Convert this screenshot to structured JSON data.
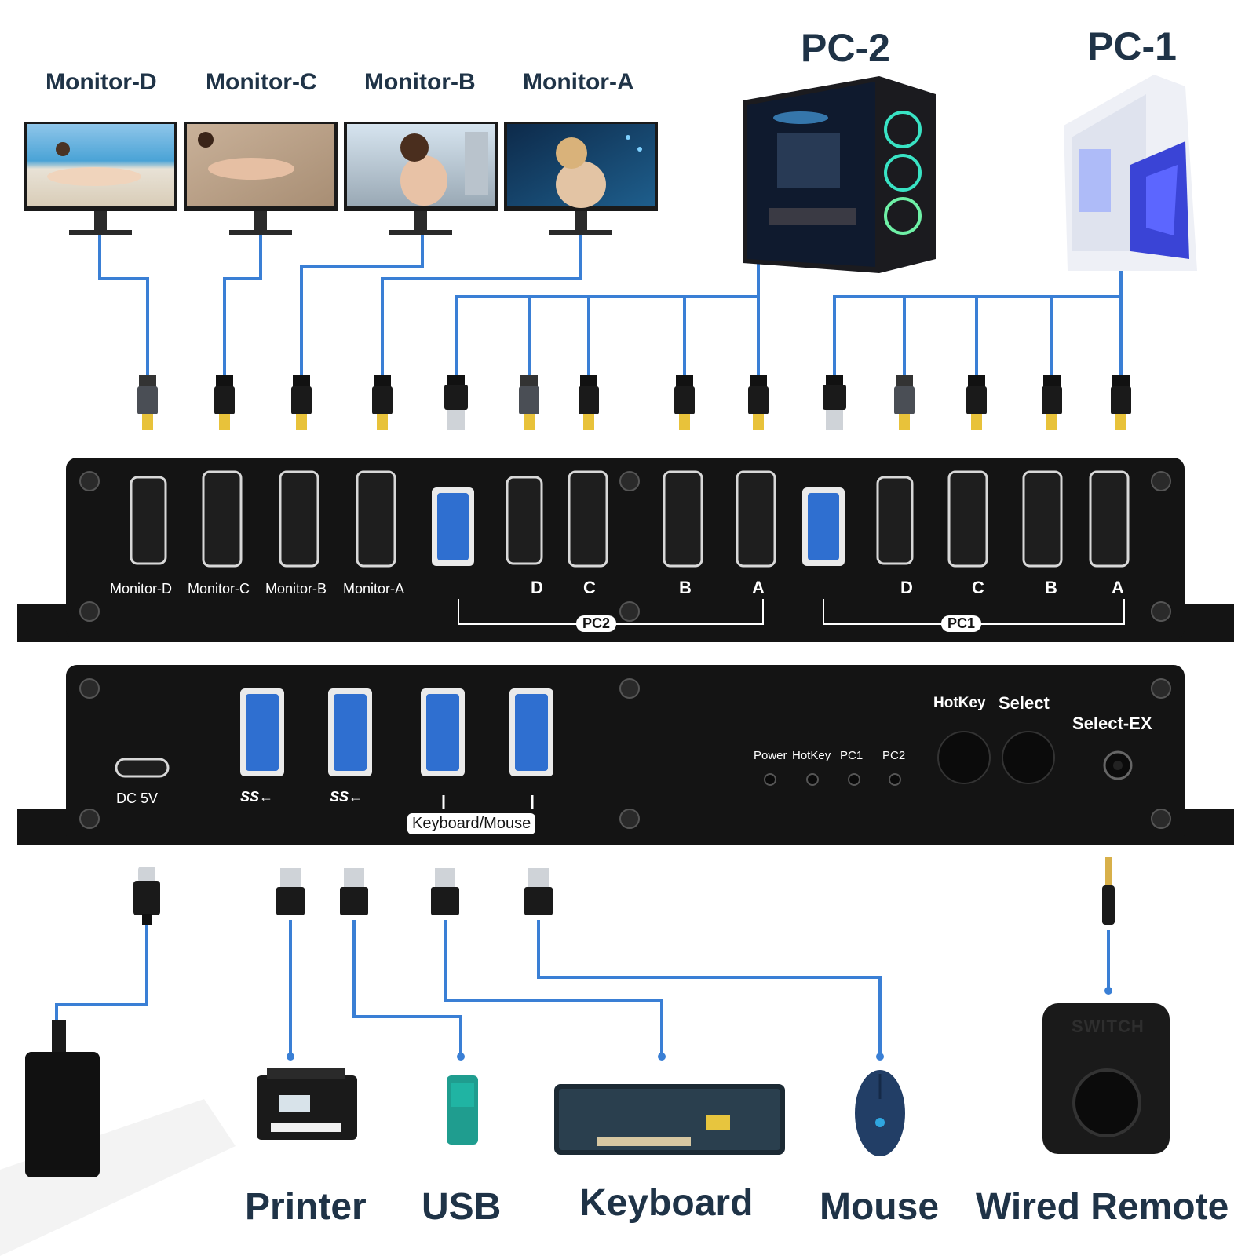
{
  "monitors": [
    {
      "label": "Monitor-D"
    },
    {
      "label": "Monitor-C"
    },
    {
      "label": "Monitor-B"
    },
    {
      "label": "Monitor-A"
    }
  ],
  "pcs": [
    {
      "label": "PC-2"
    },
    {
      "label": "PC-1"
    }
  ],
  "front_panel": {
    "monitor_ports": [
      "Monitor-D",
      "Monitor-C",
      "Monitor-B",
      "Monitor-A"
    ],
    "pc2_ports": [
      "D",
      "C",
      "B",
      "A"
    ],
    "pc1_ports": [
      "D",
      "C",
      "B",
      "A"
    ],
    "pc2_group": "PC2",
    "pc1_group": "PC1"
  },
  "back_panel": {
    "power_label": "DC 5V",
    "ss_labels": [
      "SS←",
      "SS←"
    ],
    "km_label": "Keyboard/Mouse",
    "leds": [
      "Power",
      "HotKey",
      "PC1",
      "PC2"
    ],
    "buttons": [
      "HotKey",
      "Select"
    ],
    "jack_label": "Select-EX"
  },
  "peripherals": [
    {
      "label": "Printer"
    },
    {
      "label": "USB"
    },
    {
      "label": "Keyboard"
    },
    {
      "label": "Mouse"
    },
    {
      "label": "Wired Remote"
    }
  ],
  "remote_text": "SWITCH",
  "colors": {
    "cable": "#3a7fd5",
    "panel": "#141414",
    "title": "#1f3347",
    "usb_blue": "#2f6fd0"
  }
}
